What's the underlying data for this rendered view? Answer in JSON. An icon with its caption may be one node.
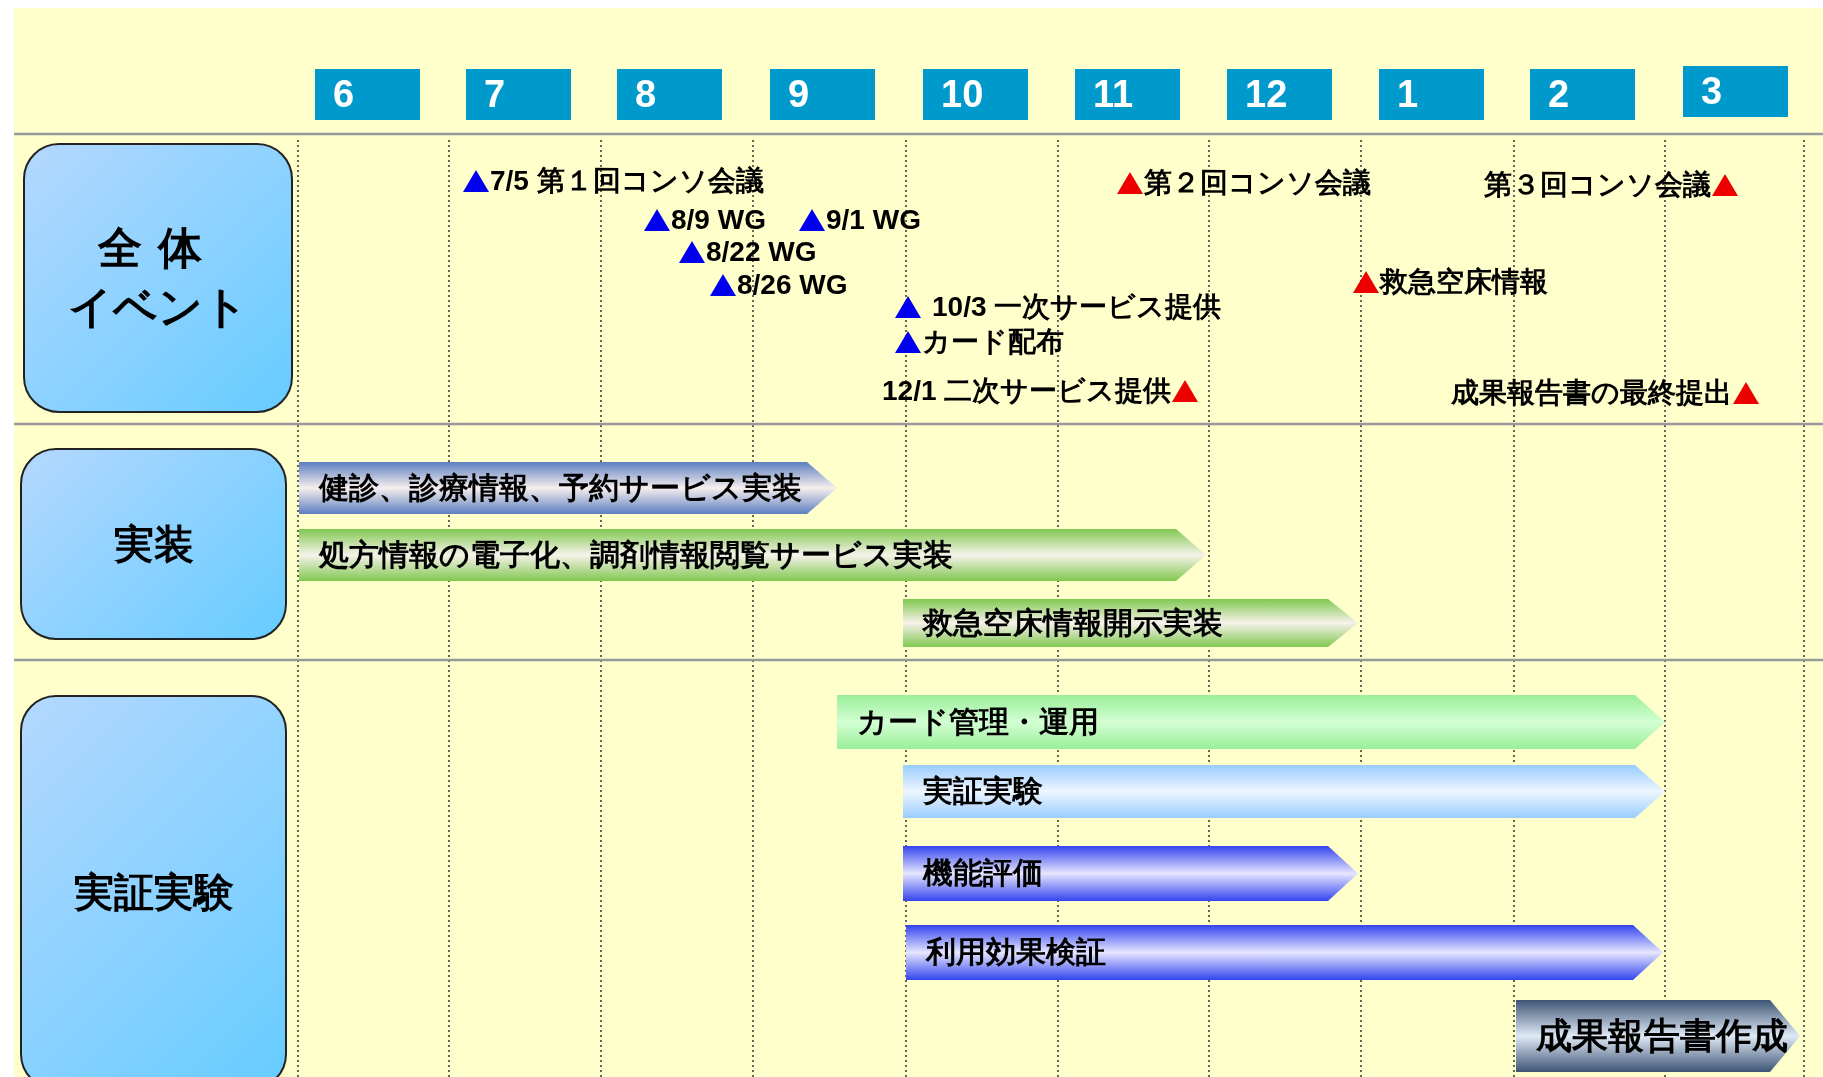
{
  "diagram": {
    "nodes": [
      {
        "text": [
          "全体イベント"
        ]
      },
      {
        "text": [
          "実装"
        ]
      },
      {
        "text": [
          "実証実験"
        ]
      },
      {
        "text": [
          "健診、診療情報、予約サービス実装"
        ]
      },
      {
        "text": [
          "処方情報の電子化、調剤情報閲覧サービス実装"
        ]
      },
      {
        "text": [
          "救急空床情報開示実装"
        ]
      },
      {
        "text": [
          "カード管理・運用"
        ]
      },
      {
        "text": [
          "実証実験"
        ]
      },
      {
        "text": [
          "機能評価"
        ]
      },
      {
        "text": [
          "利用効果検証"
        ]
      },
      {
        "text": [
          "成果報告書作成"
        ]
      }
    ],
    "labels": [
      "6",
      "7",
      "8",
      "9",
      "10",
      "11",
      "12",
      "1",
      "2",
      "3",
      "7/5 第１回コンソ会議",
      "第２回コンソ会議",
      "第３回コンソ会議",
      "8/9 WG",
      "9/1 WG",
      "8/22 WG",
      "8/26 WG",
      "救急空床情報",
      "10/3 一次サービス提供",
      "カード配布",
      "12/1 二次サービス提供",
      "成果報告書の最終提出"
    ]
  }
}
